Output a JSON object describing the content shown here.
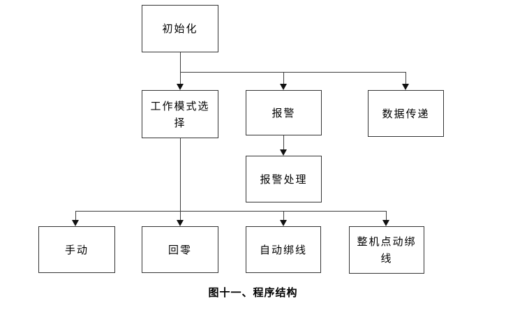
{
  "diagram": {
    "type": "flowchart",
    "caption": "图十一、程序结构",
    "colors": {
      "background": "#ffffff",
      "box_border": "#333333",
      "connector": "#3d3d3d",
      "arrow": "#111111",
      "text": "#000000"
    },
    "nodes": [
      {
        "id": "init",
        "label": "初始化"
      },
      {
        "id": "mode-select",
        "label": "工作模式选择"
      },
      {
        "id": "alarm",
        "label": "报警"
      },
      {
        "id": "data-trans",
        "label": "数据传递"
      },
      {
        "id": "alarm-proc",
        "label": "报警处理"
      },
      {
        "id": "manual",
        "label": "手动"
      },
      {
        "id": "home-zero",
        "label": "回零"
      },
      {
        "id": "auto-bind",
        "label": "自动绑线"
      },
      {
        "id": "jog-bind",
        "label": "整机点动绑线"
      }
    ],
    "edges": [
      {
        "from": "init",
        "to": "mode-select"
      },
      {
        "from": "init",
        "to": "alarm"
      },
      {
        "from": "init",
        "to": "data-trans"
      },
      {
        "from": "alarm",
        "to": "alarm-proc"
      },
      {
        "from": "mode-select",
        "to": "manual"
      },
      {
        "from": "mode-select",
        "to": "home-zero"
      },
      {
        "from": "mode-select",
        "to": "auto-bind"
      },
      {
        "from": "mode-select",
        "to": "jog-bind"
      }
    ]
  }
}
